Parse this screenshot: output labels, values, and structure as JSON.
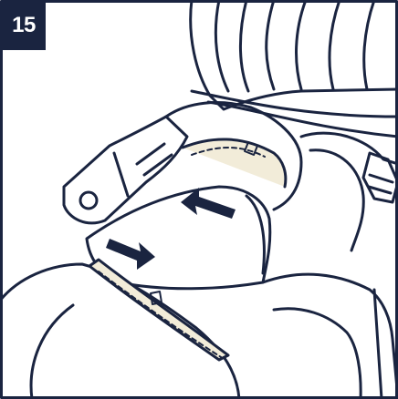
{
  "step": {
    "number": "15"
  },
  "colors": {
    "badge": "#1a2440",
    "outline": "#1a2440",
    "arrow": "#1a2440",
    "zipper_fabric": "#f2ecd9",
    "background": "#ffffff"
  },
  "arrows": [
    {
      "name": "arrow-left",
      "direction": "left"
    },
    {
      "name": "arrow-right",
      "direction": "right"
    }
  ]
}
